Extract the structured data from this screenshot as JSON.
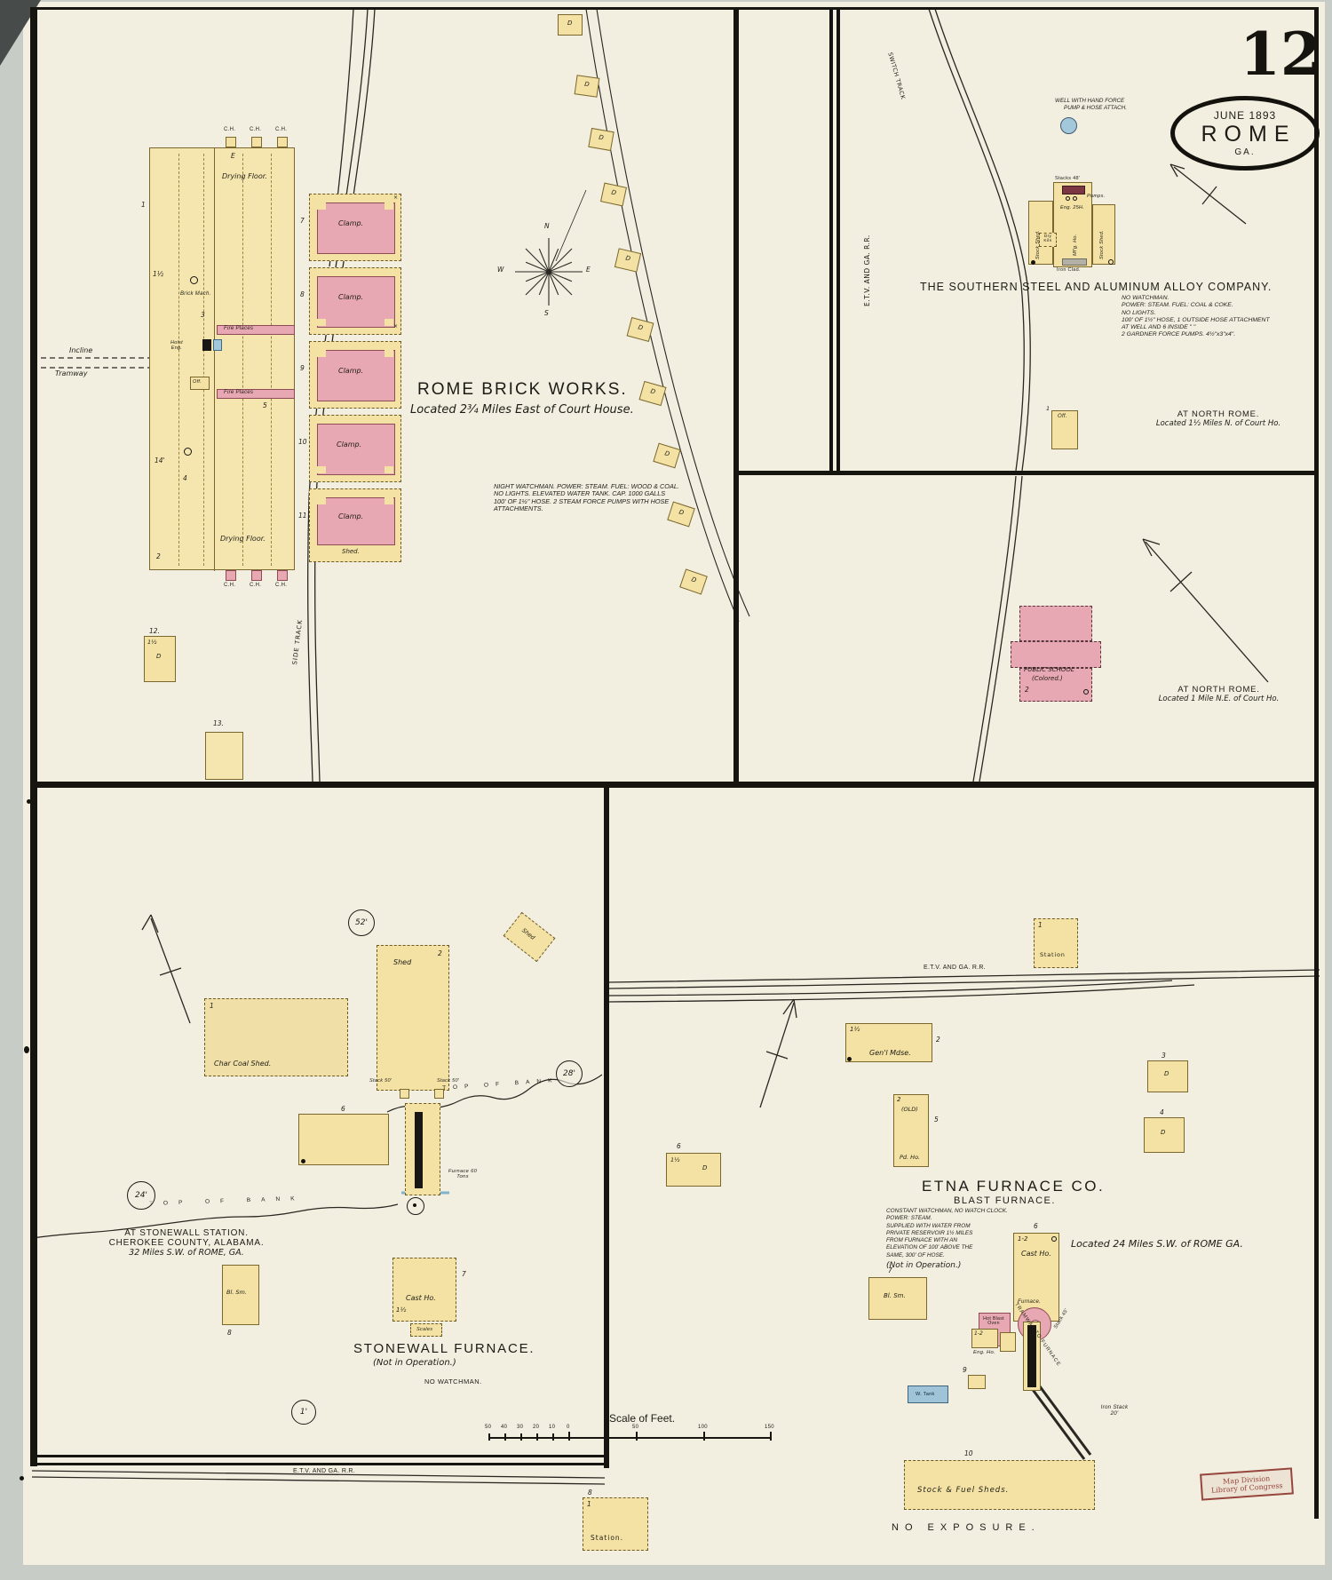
{
  "sheet": {
    "number": "12"
  },
  "stamp": {
    "date": "JUNE 1893",
    "city": "ROME",
    "state": "GA."
  },
  "loc": {
    "line1": "Map Division",
    "line2": "Library of Congress"
  },
  "compass": {
    "n": "N",
    "e": "E",
    "s": "S",
    "w": "W"
  },
  "rr": {
    "etv": "E.T.V. AND GA. R.R.",
    "side_track": "SIDE TRACK",
    "switch_track": "SWITCH TRACK"
  },
  "scale": {
    "title": "Scale of Feet.",
    "n50a": "50",
    "n40": "40",
    "n30": "30",
    "n20": "20",
    "n10": "10",
    "n0": "0",
    "n50b": "50",
    "n100": "100",
    "n150": "150"
  },
  "brick": {
    "title": "ROME BRICK WORKS.",
    "subtitle": "Located 2¾ Miles East of Court House.",
    "note1": "NIGHT WATCHMAN. POWER: STEAM. FUEL: WOOD & COAL.",
    "note2": "NO LIGHTS. ELEVATED WATER TANK. CAP. 1000 GALLS",
    "note3": "100' OF 1½\" HOSE. 2 STEAM FORCE PUMPS WITH HOSE",
    "note4": "ATTACHMENTS.",
    "drying_top": "Drying Floor.",
    "drying_bottom": "Drying Floor.",
    "fire1": "Fire Places",
    "fire2": "Fire Places",
    "brick_mach": "Brick Mach.",
    "hoist": "Hoist Eng.",
    "off": "Off.",
    "incline": "Incline",
    "tramway": "Tramway",
    "ch": "C.H.",
    "e": "E",
    "m1": "1",
    "m15": "1½",
    "m2": "2",
    "m3": "3",
    "m4": "4",
    "m5": "5",
    "m14": "14'",
    "d": "D",
    "xmark": "×",
    "b12": "12.",
    "b12d": "D",
    "b12f": "1½",
    "b13": "13.",
    "kilns": [
      {
        "n": "7",
        "label": "Clamp."
      },
      {
        "n": "8",
        "label": "Clamp."
      },
      {
        "n": "9",
        "label": "Clamp."
      },
      {
        "n": "10",
        "label": "Clamp."
      },
      {
        "n": "11",
        "label": "Clamp."
      }
    ],
    "shed": "Shed."
  },
  "steel": {
    "well1": "WELL WITH HAND FORCE",
    "well2": "PUMP & HOSE ATTACH.",
    "title": "THE SOUTHERN STEEL AND ALUMINUM ALLOY COMPANY.",
    "note1": "NO WATCHMAN.",
    "note2": "POWER: STEAM. FUEL: COAL & COKE.",
    "note3": "NO LIGHTS.",
    "note4": "100' OF 1½\" HOSE, 1 OUTSIDE HOSE ATTACHMENT",
    "note5": "AT WELL AND 6 INSIDE   \"   \"",
    "note6": "2 GARDNER FORCE PUMPS. 4½\"x3\"x4\".",
    "at": "AT NORTH ROME.",
    "located": "Located 1½ Miles N. of Court Ho.",
    "stacks": "Stacks 48'",
    "pumps": "Pumps.",
    "eng": "Eng. 25H.",
    "stock_l": "Stock Shed.",
    "stock_r": "Stock Shed.",
    "mfg": "Mf'g. Ho.",
    "kiln": "Dry Kiln",
    "ironclad": "Iron Clad.",
    "off": "Off.",
    "off_n": "1"
  },
  "school": {
    "name": "PUBLIC SCHOOL",
    "colored": "(Colored.)",
    "floors": "2",
    "at": "AT NORTH ROME.",
    "located": "Located 1 Mile N.E. of Court Ho."
  },
  "stonewall": {
    "c52": "52'",
    "c28": "28'",
    "c24": "24'",
    "c1": "1'",
    "shed_tall": "Shed",
    "shed_tall_n": "2",
    "shed_small": "Shed",
    "charcoal": "Char Coal Shed.",
    "charcoal_n": "1",
    "bank": "TOP OF BANK",
    "stack1": "Stack 50'",
    "stack2": "Stack 50'",
    "furnace60": "Furnace 60 Tons",
    "b6": "6",
    "at": "AT STONEWALL STATION.",
    "county": "CHEROKEE COUNTY, ALABAMA.",
    "miles": "32 Miles S.W. of ROME, GA.",
    "blsm": "Bl. Sm.",
    "blsm_n": "8",
    "cast": "Cast Ho.",
    "cast_f": "1½",
    "cast_n": "7",
    "scales": "Scales",
    "title": "STONEWALL FURNACE.",
    "noop": "(Not in Operation.)",
    "nowatch": "NO WATCHMAN.",
    "station": "Station.",
    "station_n": "8",
    "station_f": "1"
  },
  "etna": {
    "station": "Station",
    "station_f": "1",
    "mdse": "Gen'l Mdse.",
    "mdse_f": "1½",
    "mdse_n": "2",
    "d3": "3",
    "d4": "4",
    "d": "D",
    "old": "(OLD)",
    "oldho": "Pd. Ho.",
    "old_n": "5",
    "old_f": "2",
    "dw_f": "1½",
    "dw_d": "D",
    "dw_n": "6",
    "title": "ETNA FURNACE CO.",
    "subtitle": "BLAST FURNACE.",
    "note1": "CONSTANT WATCHMAN, NO WATCH CLOCK.",
    "note2": "POWER: STEAM.",
    "note3": "SUPPLIED WITH WATER FROM",
    "note4": "PRIVATE RESERVOIR 1½ MILES",
    "note5": "FROM FURNACE WITH AN",
    "note6": "ELEVATION OF 100' ABOVE THE",
    "note7": "SAME, 300' OF HOSE.",
    "noop": "(Not in Operation.)",
    "located": "Located 24 Miles S.W. of ROME GA.",
    "cast": "Cast Ho.",
    "cast_f": "1-2",
    "cast_n": "6",
    "furnace": "Furnace.",
    "stack45": "Stack 45'",
    "hotblast": "Hot Blast Oven",
    "blsm": "Bl. Sm.",
    "blsm_n": "7",
    "engho": "Eng. Ho.",
    "eng_f": "1-2",
    "n9": "9",
    "wtank": "W. Tank",
    "tramway": "TRAMWAY TO FURNACE",
    "ironstack": "Iron Stack 20'",
    "sheds": "Stock & Fuel Sheds.",
    "sheds_n": "10",
    "noexp": "NO EXPOSURE."
  }
}
